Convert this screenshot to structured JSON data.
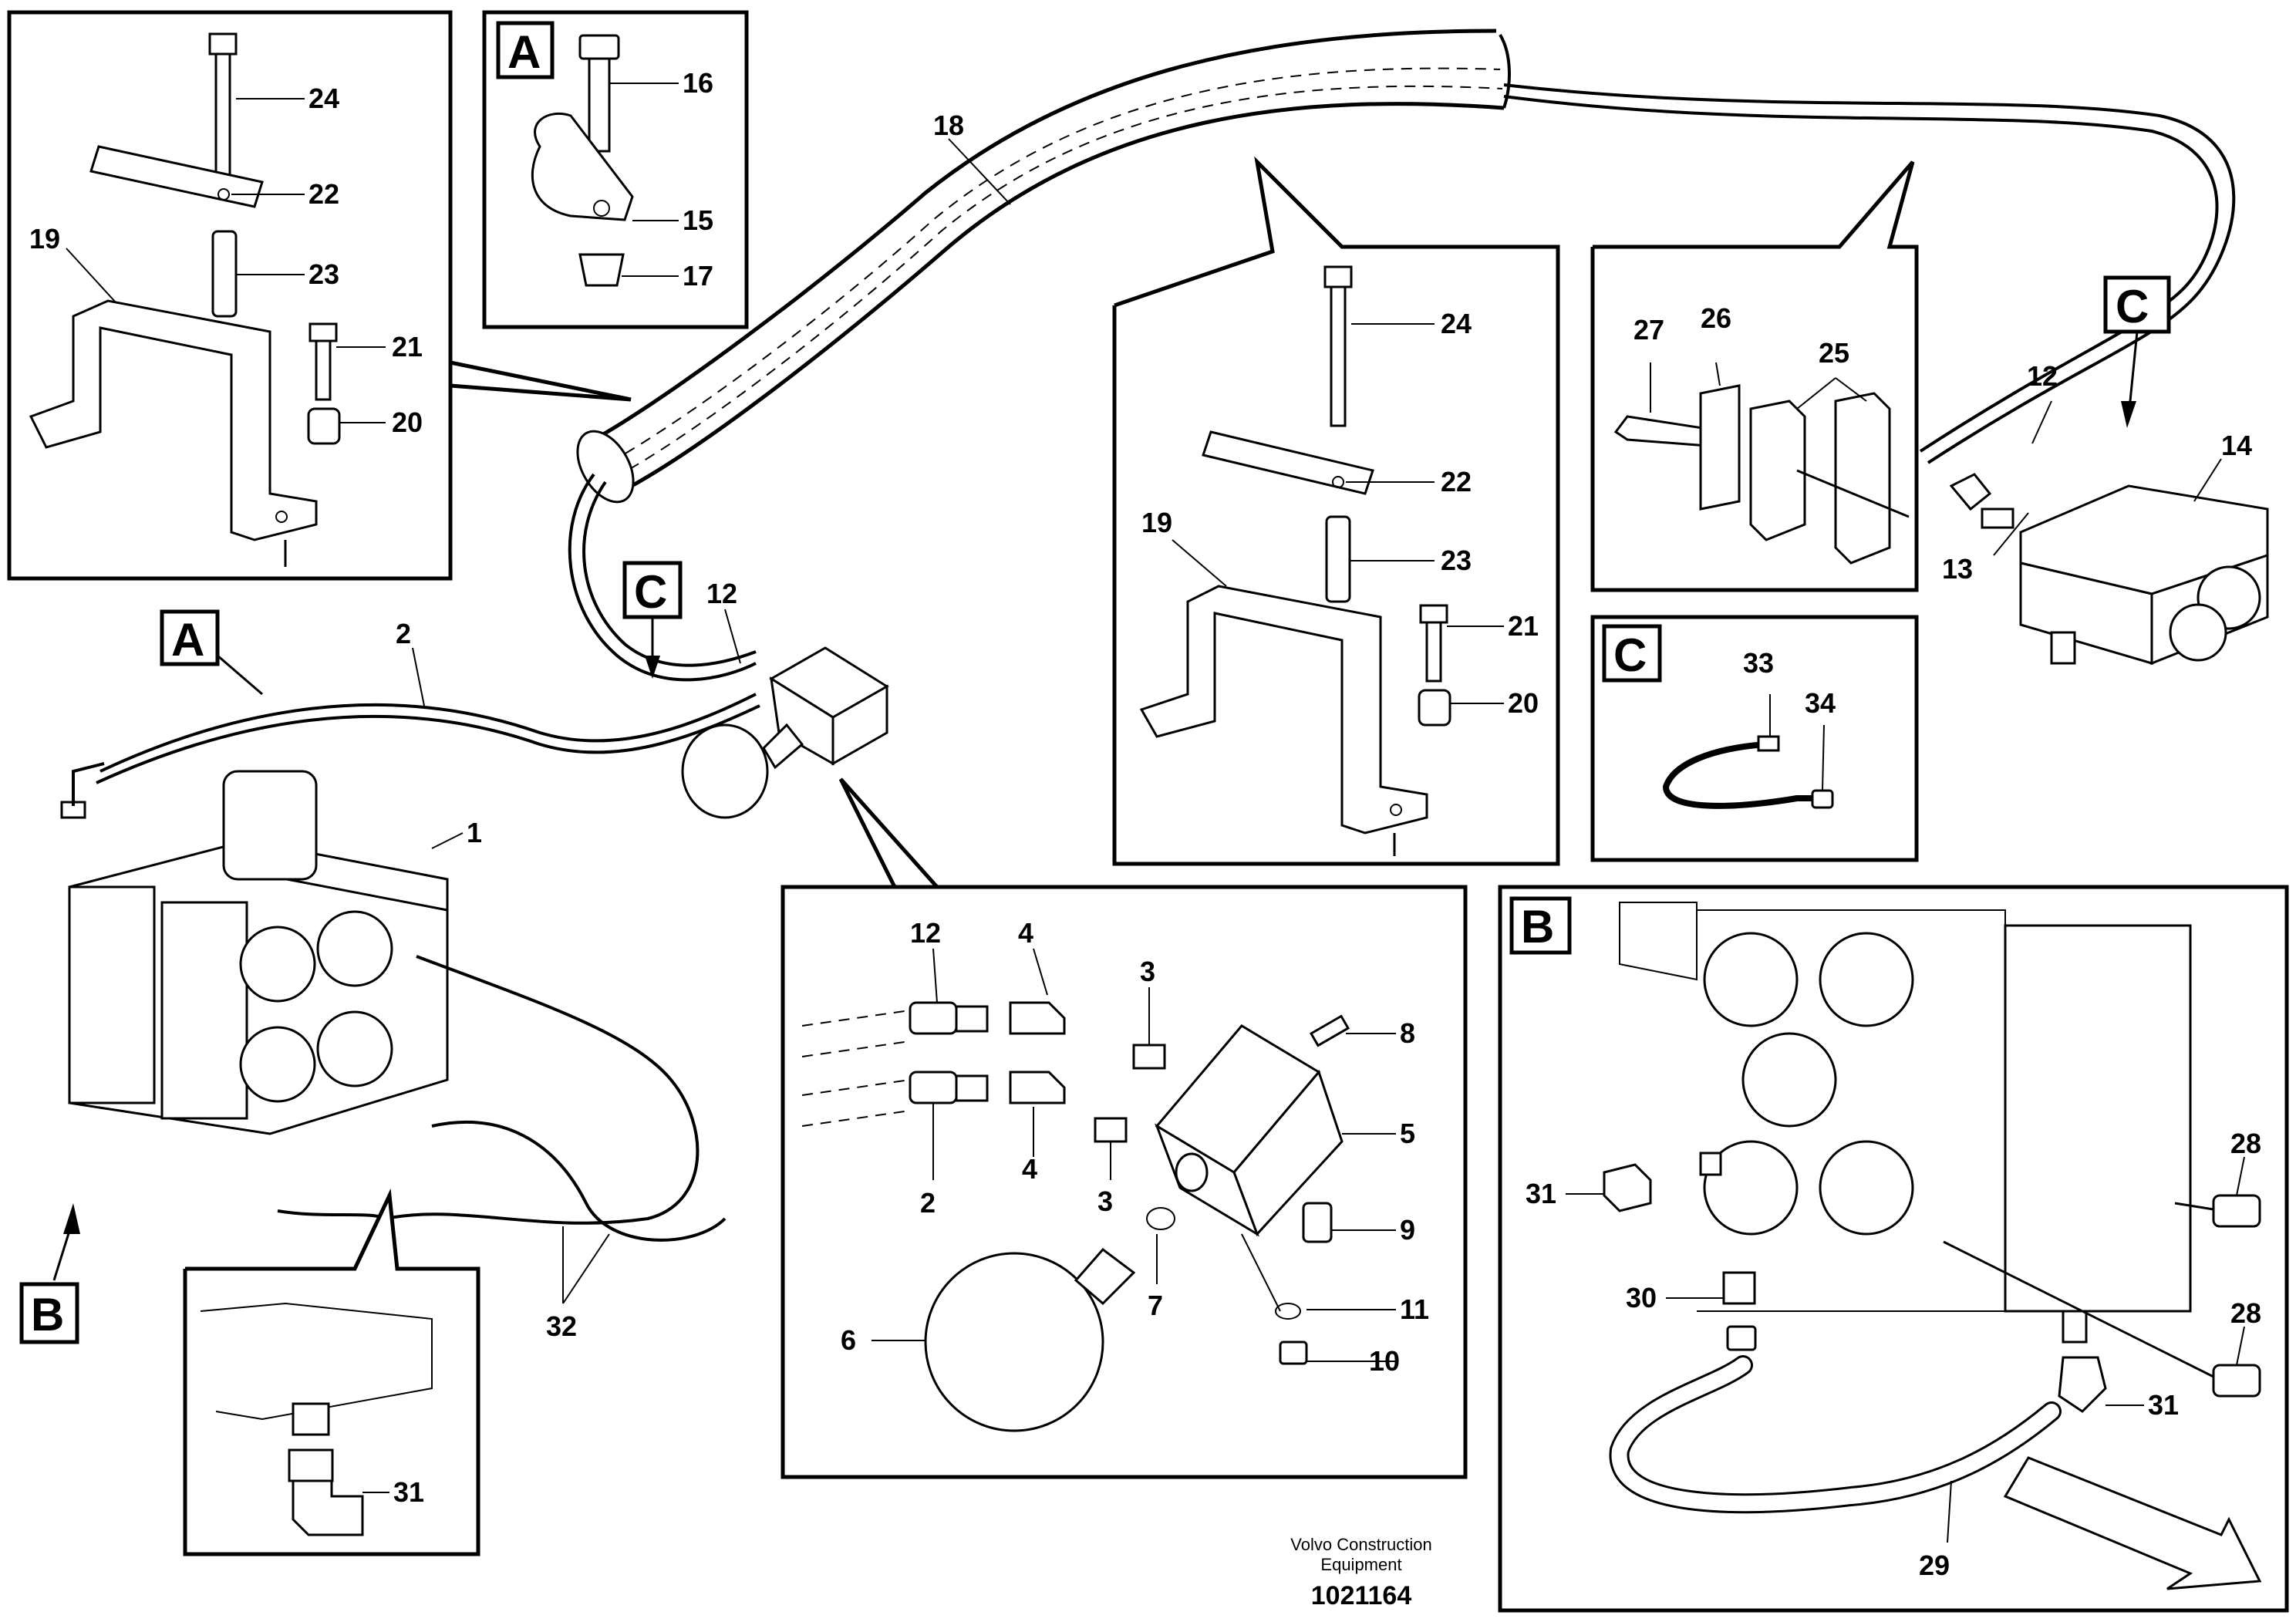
{
  "section_tags": {
    "a": "A",
    "b": "B",
    "c": "C"
  },
  "callouts": {
    "c1": "1",
    "c2": "2",
    "c3": "3",
    "c4": "4",
    "c5": "5",
    "c6": "6",
    "c7": "7",
    "c8": "8",
    "c9": "9",
    "c10": "10",
    "c11": "11",
    "c12": "12",
    "c13": "13",
    "c14": "14",
    "c15": "15",
    "c16": "16",
    "c17": "17",
    "c18": "18",
    "c19": "19",
    "c20": "20",
    "c21": "21",
    "c22": "22",
    "c23": "23",
    "c24": "24",
    "c25": "25",
    "c26": "26",
    "c27": "27",
    "c28": "28",
    "c29": "29",
    "c30": "30",
    "c31": "31",
    "c32": "32",
    "c33": "33",
    "c34": "34"
  },
  "footer": {
    "brand_line1": "Volvo Construction",
    "brand_line2": "Equipment",
    "drawing_number": "1021164"
  }
}
